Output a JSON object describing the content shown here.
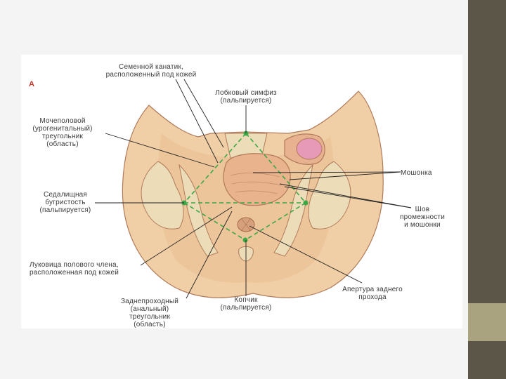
{
  "figure": {
    "panel_letter": "A",
    "labels": {
      "spermatic_cord": "Семенной канатик,\nрасположенный под кожей",
      "pubic_symphysis": "Лобковый симфиз\n(пальпируется)",
      "urogenital_triangle": "Мочеполовой\n(урогенитальный)\nтреугольник\n(область)",
      "scrotum": "Мошонка",
      "ischial_tuberosity": "Седалищная\nбугристость\n(пальпируется)",
      "perineal_raphe": "Шов\nпромежности\nи мошонки",
      "penile_bulb": "Луковица полового члена,\nрасположенная под кожей",
      "anal_triangle": "Заднепроходный\n(анальный)\nтреугольник\n(область)",
      "coccyx": "Копчик\n(пальпируется)",
      "anal_aperture": "Апертура заднего\nпрохода"
    }
  },
  "colors": {
    "skin": "#f1cfa6",
    "skin_shadow": "#d9a87d",
    "bone": "#ecdcb8",
    "outline": "#b07a5a",
    "dashed_line": "#3aa845",
    "leader_line": "#222222",
    "panel_letter": "#c0392b",
    "side_bar": "#5c5648",
    "side_bar_accent": "#a9a37f"
  }
}
